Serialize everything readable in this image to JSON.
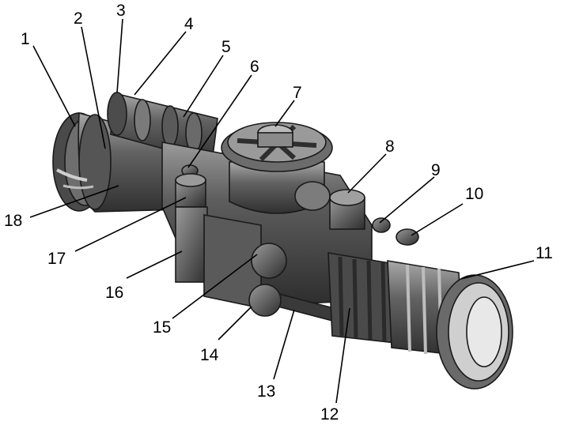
{
  "diagram": {
    "callouts": [
      "1",
      "2",
      "3",
      "4",
      "5",
      "6",
      "7",
      "8",
      "9",
      "10",
      "11",
      "12",
      "13",
      "14",
      "15",
      "16",
      "17",
      "18"
    ]
  },
  "colors": {
    "body_dark": "#3a3a3a",
    "body_mid": "#5a5a5a",
    "body_light": "#8c8c8c",
    "highlight": "#cfcfcf",
    "line": "#000000"
  }
}
